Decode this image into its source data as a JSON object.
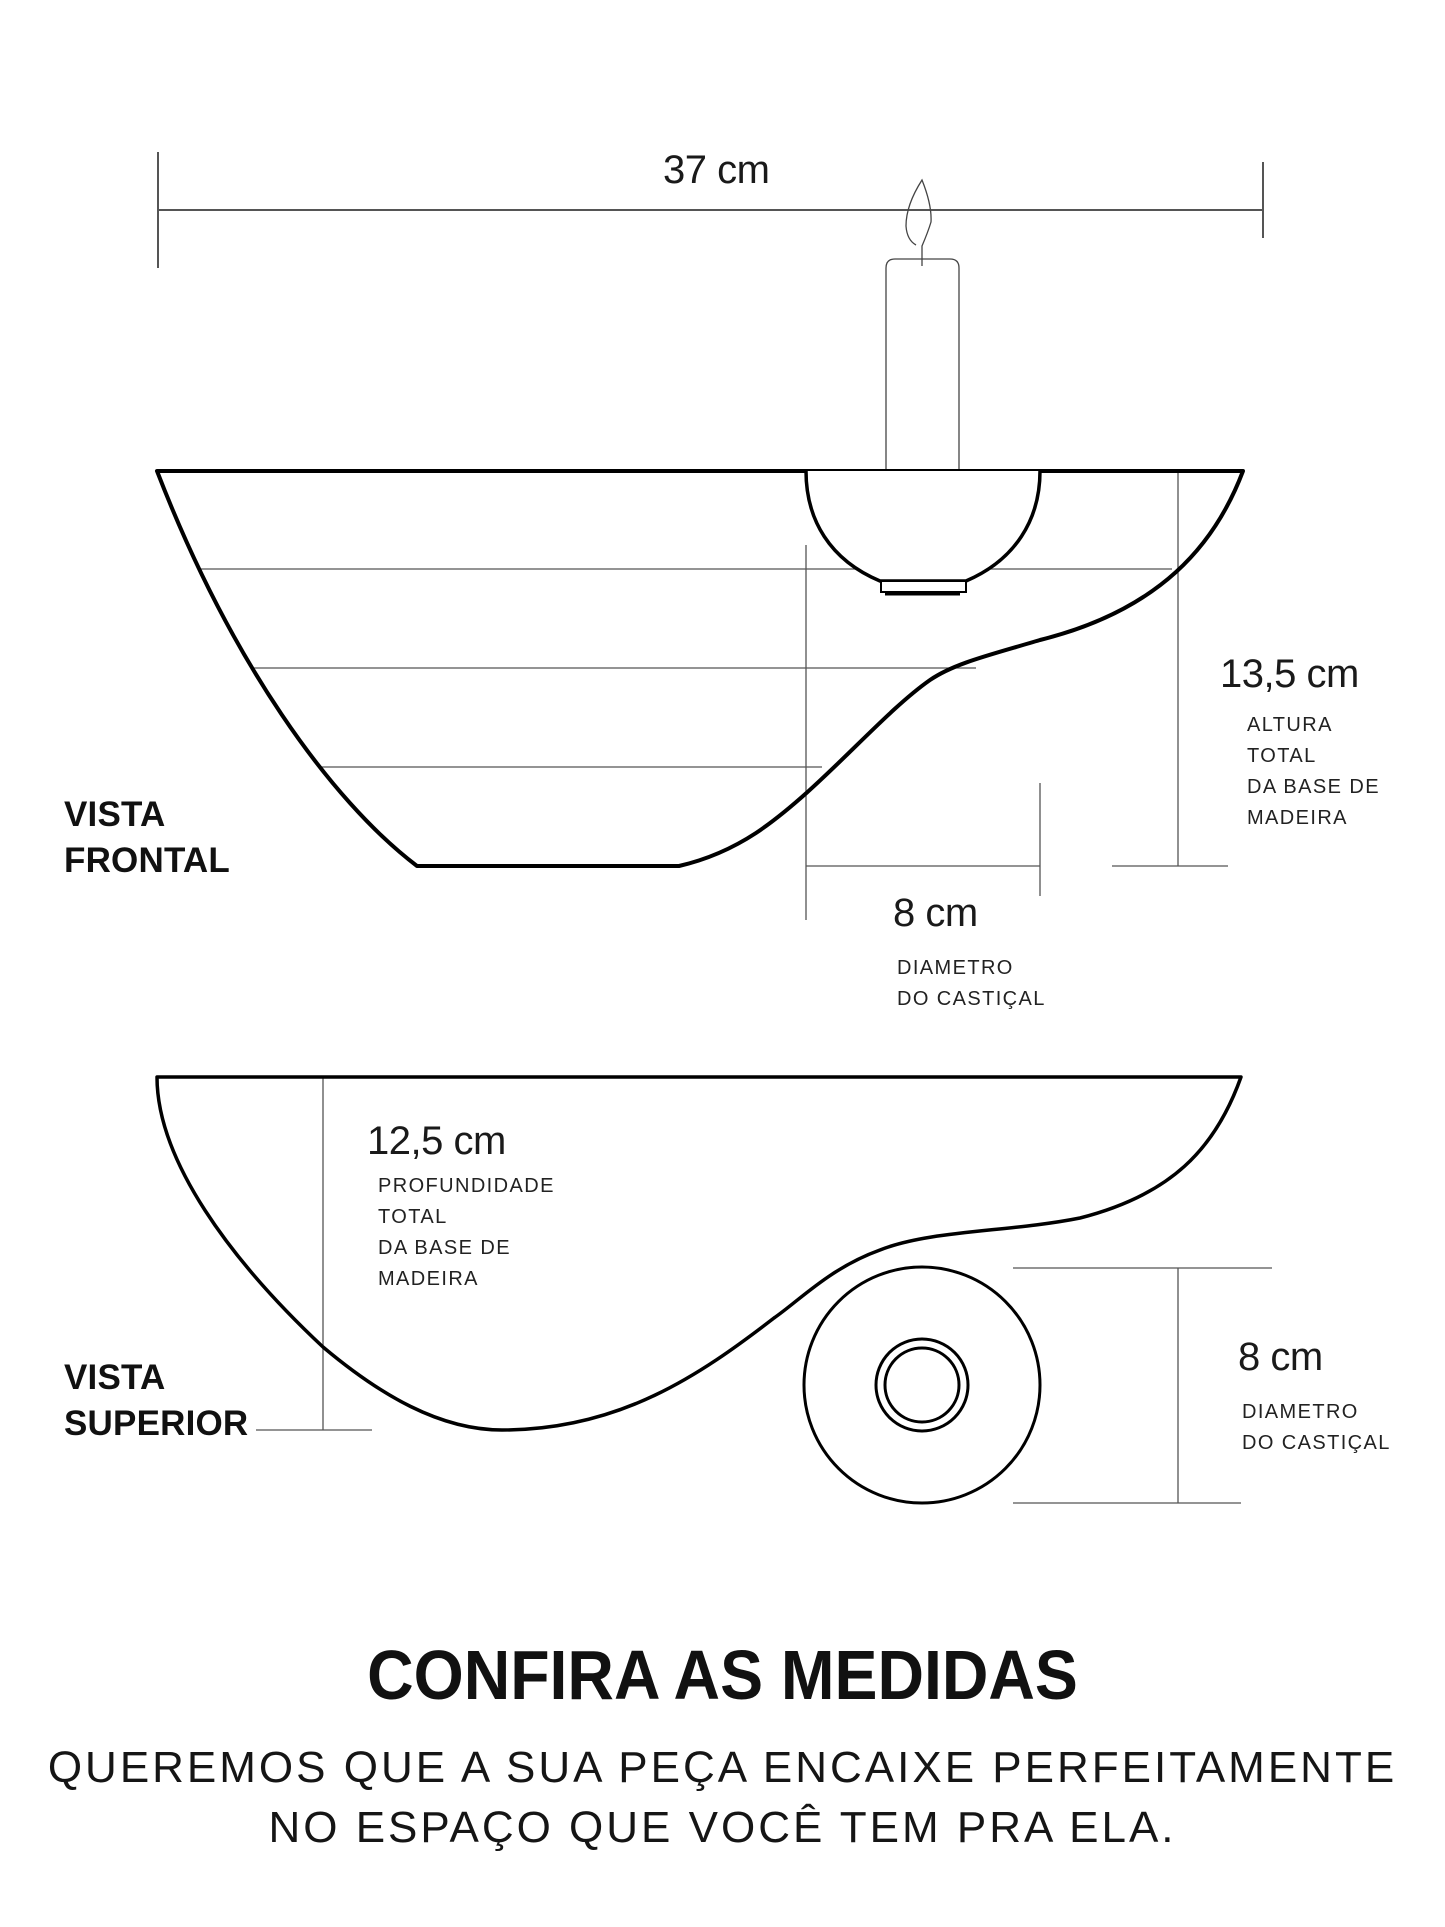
{
  "front_view": {
    "view_label": [
      "VISTA",
      "FRONTAL"
    ],
    "width_dimension": "37 cm",
    "height_dimension": {
      "value": "13,5 cm",
      "label": [
        "ALTURA",
        "TOTAL",
        "DA BASE DE",
        "MADEIRA"
      ]
    },
    "holder_dimension": {
      "value": "8 cm",
      "label": [
        "DIAMETRO",
        "DO CASTIÇAL"
      ]
    }
  },
  "top_view": {
    "view_label": [
      "VISTA",
      "SUPERIOR"
    ],
    "depth_dimension": {
      "value": "12,5 cm",
      "label": [
        "PROFUNDIDADE",
        "TOTAL",
        "DA BASE DE",
        "MADEIRA"
      ]
    },
    "holder_dimension": {
      "value": "8 cm",
      "label": [
        "DIAMETRO",
        "DO CASTIÇAL"
      ]
    }
  },
  "footer": {
    "title": "CONFIRA AS MEDIDAS",
    "subtitle_lines": [
      "QUEREMOS QUE A SUA PEÇA ENCAIXE PERFEITAMENTE",
      "NO ESPAÇO QUE VOCÊ TEM PRA ELA."
    ]
  },
  "colors": {
    "background": "#ffffff",
    "outline": "#000000",
    "dimension_line": "#555555",
    "text": "#111111"
  }
}
